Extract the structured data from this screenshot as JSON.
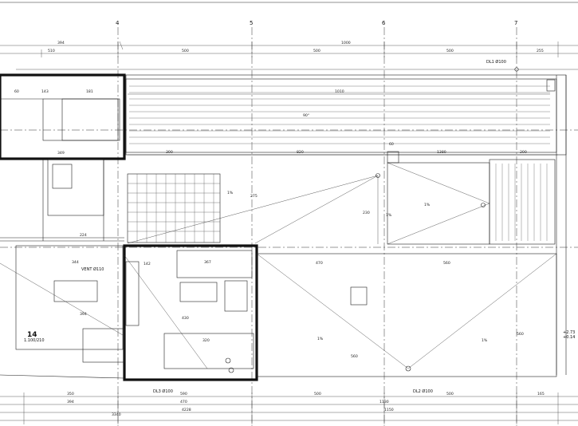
{
  "axes": [
    "4",
    "5",
    "6",
    "7"
  ],
  "top_dims": {
    "row1": [
      "394",
      "1000"
    ],
    "row2": [
      "510",
      "500",
      "500",
      "500",
      "255"
    ]
  },
  "roof_dims": {
    "span": "1010",
    "slope_top": "90°",
    "segments": [
      "300",
      "820",
      "1380",
      "200"
    ],
    "small": "60",
    "mid_left": "275",
    "mid_right": "230"
  },
  "room_dims": {
    "left_a": [
      "60",
      "143",
      "181"
    ],
    "left_b": [
      "349",
      "224"
    ],
    "left_c": [
      "344",
      "142",
      "367"
    ],
    "left_d": [
      "394",
      "430"
    ],
    "left_e": [
      "320"
    ],
    "right_a": [
      "470",
      "560"
    ],
    "right_b": [
      "560",
      "560"
    ]
  },
  "labels": {
    "room_number": "14",
    "vent": "VENT Ø110",
    "dl1": "DL1 Ø100",
    "dl2": "DL2 Ø100",
    "dl3": "DL3 Ø100",
    "elev_a": "+2.73",
    "elev_b": "+0.14",
    "door_note": "1.100/210"
  },
  "slopes": [
    "1%",
    "1%",
    "1%",
    "1%",
    "1%"
  ],
  "bottom_dims": {
    "row1": [
      "350",
      "590",
      "500",
      "1130",
      "500",
      "165"
    ],
    "row2": [
      "394",
      "470",
      "1150"
    ],
    "row3": [
      "4228"
    ],
    "total": "3340"
  }
}
